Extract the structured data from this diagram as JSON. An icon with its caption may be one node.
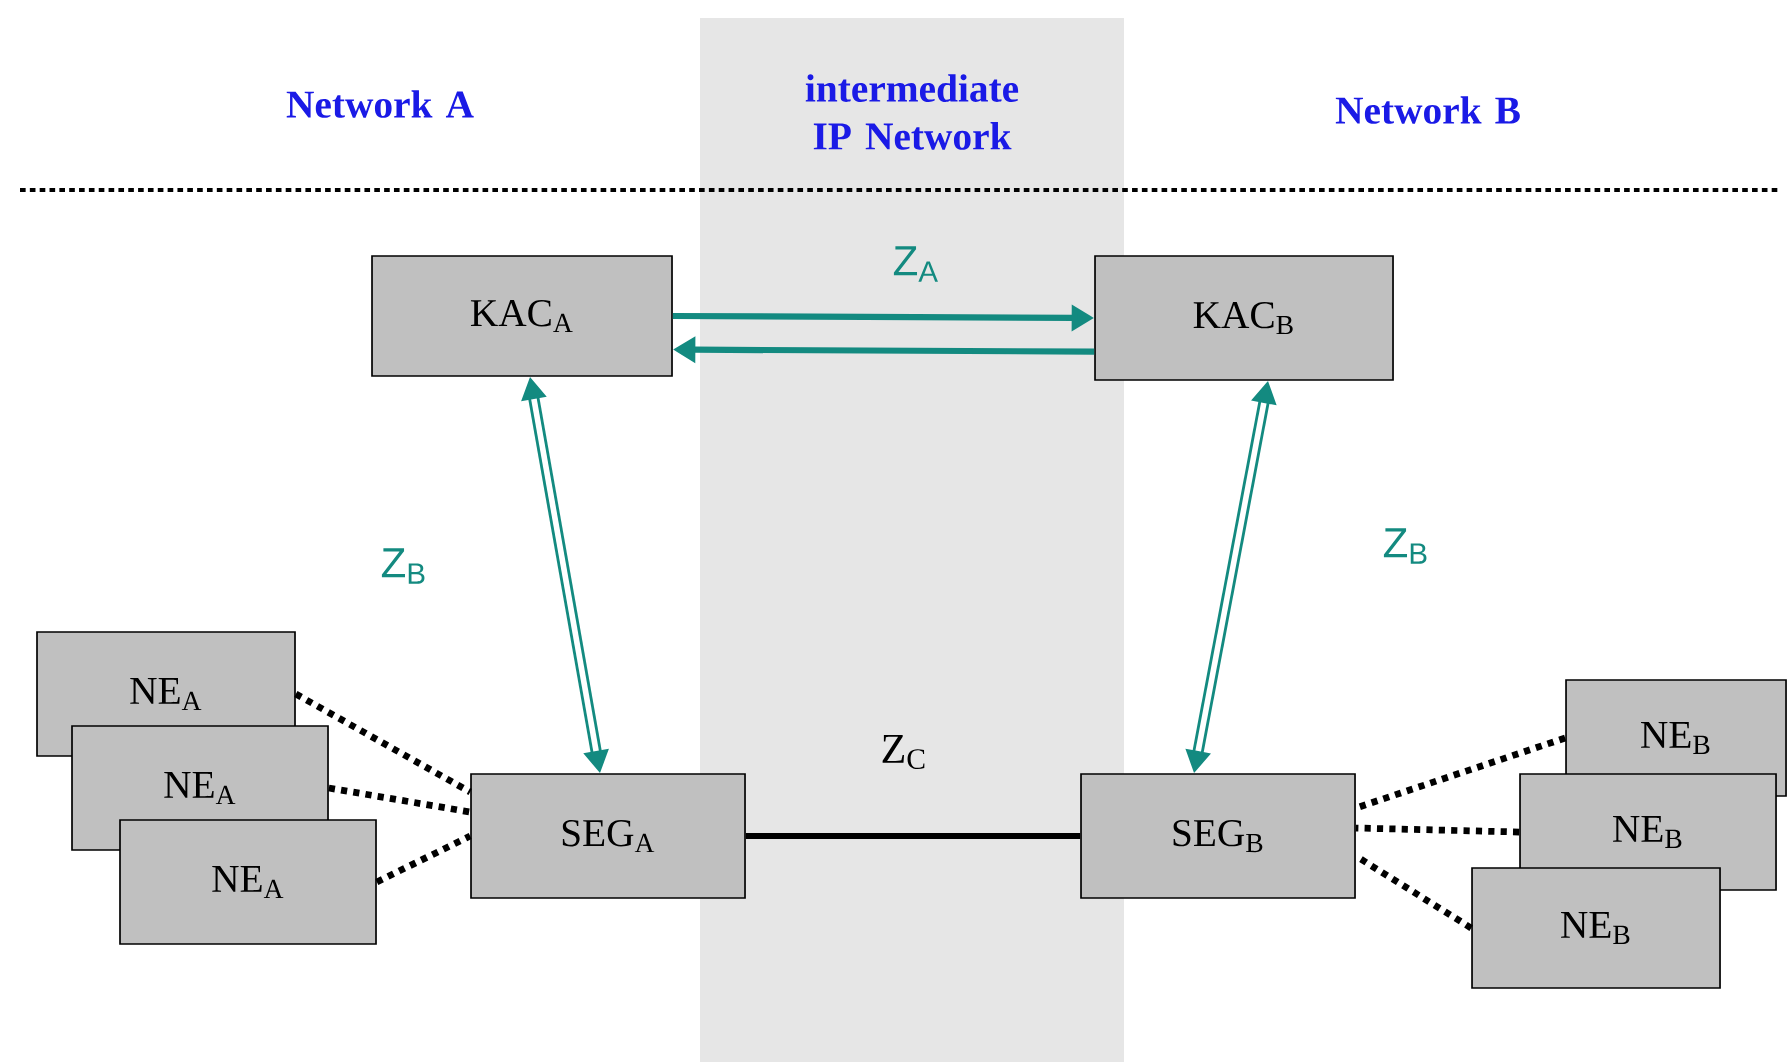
{
  "diagram": {
    "nodes": [
      {
        "text": [
          "KAC$_{A}$"
        ]
      },
      {
        "text": [
          "KAC$_{B}$"
        ]
      },
      {
        "text": [
          "NE$_{A}$"
        ]
      },
      {
        "text": [
          "NE$_{A}$"
        ]
      },
      {
        "text": [
          "NE$_{A}$"
        ]
      },
      {
        "text": [
          "SEG$_{A}$"
        ]
      },
      {
        "text": [
          "SEG$_{B}$"
        ]
      },
      {
        "text": [
          "NE$_{B}$"
        ]
      },
      {
        "text": [
          "NE$_{B}$"
        ]
      },
      {
        "text": [
          "NE$_{B}$"
        ]
      }
    ],
    "edges": [
      {
        "from": 0,
        "to": 1,
        "arrow": "to",
        "label": "Z$_{A}$",
        "color": "#138a80"
      },
      {
        "from": 1,
        "to": 0,
        "arrow": "to",
        "color": "#138a80"
      },
      {
        "from": 0,
        "to": 5,
        "arrow": "both",
        "label": "Z$_{B}$",
        "color": "#138a80"
      },
      {
        "from": 1,
        "to": 6,
        "arrow": "both",
        "label": "Z$_{B}$",
        "color": "#138a80"
      },
      {
        "from": 5,
        "to": 6,
        "arrow": "none",
        "label": "Z$_{C}$"
      },
      {
        "from": 2,
        "to": 5,
        "arrow": "none",
        "style": "dashed"
      },
      {
        "from": 3,
        "to": 5,
        "arrow": "none",
        "style": "dashed"
      },
      {
        "from": 4,
        "to": 5,
        "arrow": "none",
        "style": "dashed"
      },
      {
        "from": 7,
        "to": 6,
        "arrow": "none",
        "style": "dashed"
      },
      {
        "from": 8,
        "to": 6,
        "arrow": "none",
        "style": "dashed"
      },
      {
        "from": 9,
        "to": 6,
        "arrow": "none",
        "style": "dashed"
      }
    ],
    "labels": [
      "Network A",
      "intermediate IP Network",
      "Network B"
    ]
  }
}
